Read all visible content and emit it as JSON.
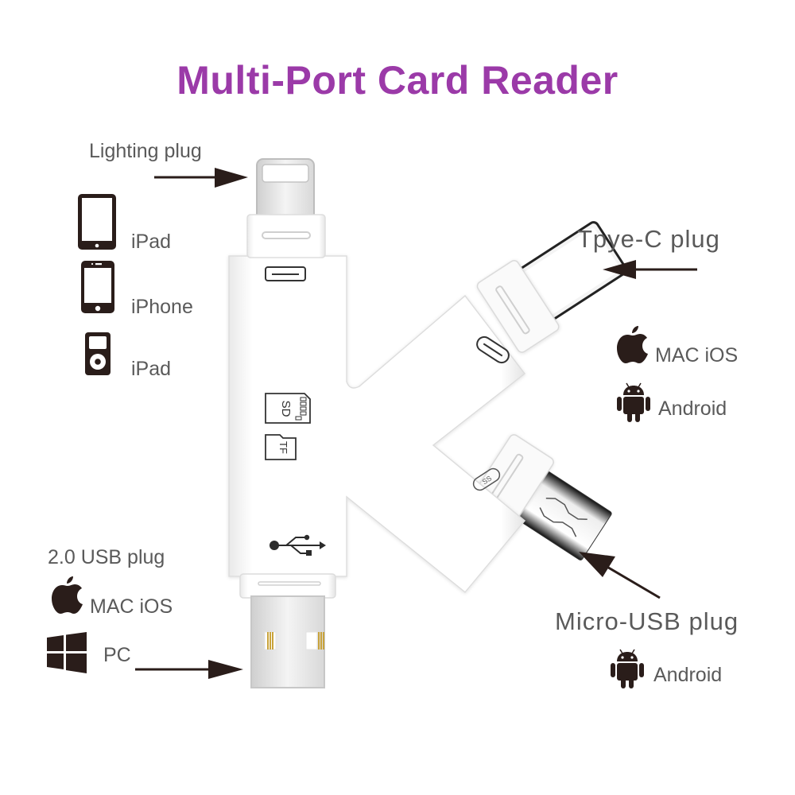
{
  "title": "Multi-Port Card Reader",
  "colors": {
    "title": "#9b3aa8",
    "label_text": "#5a5a5a",
    "icon": "#2a1d1a",
    "device_body": "#ffffff",
    "usb_contacts": "#c9a33a"
  },
  "callouts": {
    "lightning": {
      "label": "Lighting plug",
      "devices": [
        {
          "icon": "ipad-icon",
          "label": "iPad"
        },
        {
          "icon": "iphone-icon",
          "label": "iPhone"
        },
        {
          "icon": "ipod-icon",
          "label": "iPad"
        }
      ]
    },
    "type_c": {
      "label": "Tpye-C plug",
      "platforms": [
        {
          "icon": "apple-icon",
          "label": "MAC iOS"
        },
        {
          "icon": "android-icon",
          "label": "Android"
        }
      ]
    },
    "usb": {
      "label": "2.0 USB plug",
      "platforms": [
        {
          "icon": "apple-icon",
          "label": "MAC iOS"
        },
        {
          "icon": "windows-icon",
          "label": "PC"
        }
      ]
    },
    "micro_usb": {
      "label": "Micro-USB plug",
      "platforms": [
        {
          "icon": "android-icon",
          "label": "Android"
        }
      ]
    }
  },
  "device": {
    "slot_labels": {
      "sd": "SD",
      "tf": "TF"
    },
    "usb_symbol": "usb-icon"
  }
}
